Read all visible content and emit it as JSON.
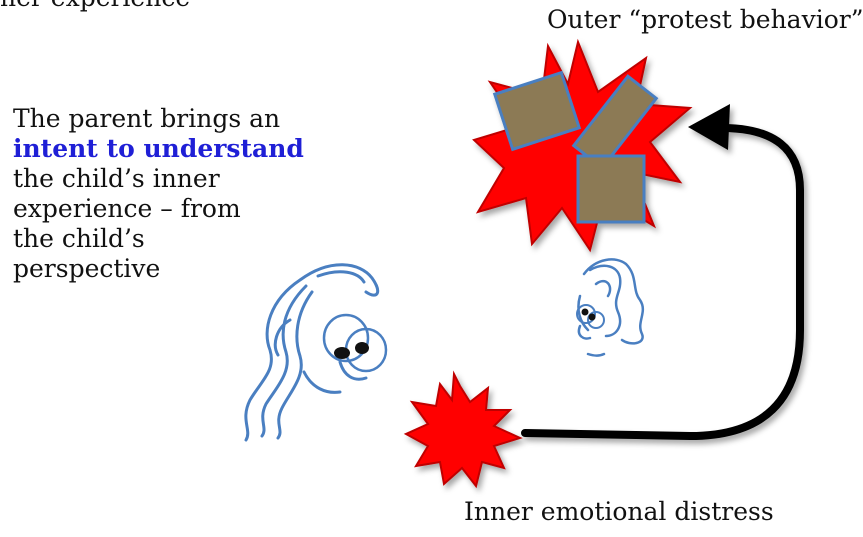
{
  "heading_fragment": "ner experience",
  "outer_label": "Outer “protest behavior”",
  "intent_text": {
    "line1": "The parent brings an",
    "highlight": "intent to understand",
    "line3": "the child’s inner",
    "line4": "experience – from",
    "line5": "the child’s",
    "line6": "perspective"
  },
  "inner_label": "Inner emotional distress",
  "colors": {
    "highlight": "#1f1fd6",
    "burst": "#ff0000",
    "box_fill": "#8c7a54",
    "sketch_stroke": "#4a7fc1",
    "arrow": "#000000"
  }
}
